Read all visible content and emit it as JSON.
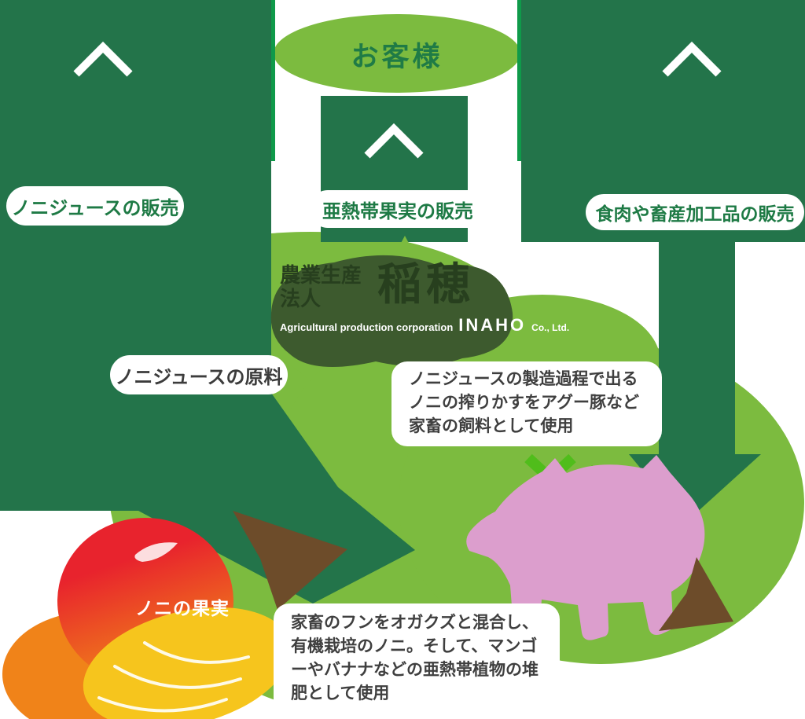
{
  "customer_label": "お客様",
  "sales": {
    "juice": "ノニジュースの販売",
    "fruit": "亜熱帯果実の販売",
    "meat": "食肉や畜産加工品の販売"
  },
  "company": {
    "jp_small": "農業生産法人",
    "jp_large": "稲穂",
    "en_prefix": "Agricultural production corporation",
    "en_name": "INAHO",
    "en_suffix": "Co., Ltd."
  },
  "cycle": {
    "raw_material_label": "ノニジュースの原料",
    "noni_fruit_label": "ノニの果実",
    "feed_note": "ノニジュースの製造過程で出るノニの搾りかすをアグー豚など家畜の飼料として使用",
    "compost_note": "家畜のフンをオガクズと混合し、有機栽培のノニ。そして、マンゴーやバナナなどの亜熱帯植物の堆肥として使用"
  },
  "illustrations": {
    "pig": "agu-pig",
    "mango": "mango",
    "banana": "banana-bunch",
    "noni_plant": "noni-plant-blobs"
  },
  "colors": {
    "dark_green": "#23744a",
    "bright_green": "#0f9a4a",
    "light_green": "#7cbb3f",
    "accent_green": "#50bd1b",
    "olive": "#3d5a2e",
    "pig_pink": "#dc9ecd",
    "brown": "#6d4c2a",
    "mango_red": "#e8232d",
    "mango_orange": "#f08319",
    "banana_yellow": "#f6c51d",
    "label_green": "#1e7a45",
    "text_dark": "#3f3f3f",
    "white": "#ffffff"
  }
}
